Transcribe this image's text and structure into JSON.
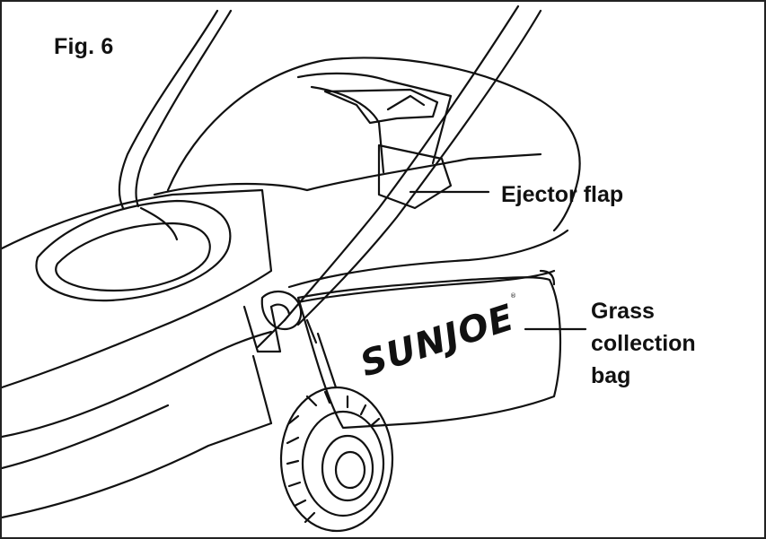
{
  "figure": {
    "label": "Fig. 6"
  },
  "callouts": {
    "ejector_flap": "Ejector flap",
    "grass_collection_bag": [
      "Grass",
      "collection",
      "bag"
    ]
  },
  "product": {
    "brand": "SUNJOE",
    "registered_mark": "®"
  },
  "colors": {
    "line": "#111111",
    "background": "#ffffff"
  }
}
